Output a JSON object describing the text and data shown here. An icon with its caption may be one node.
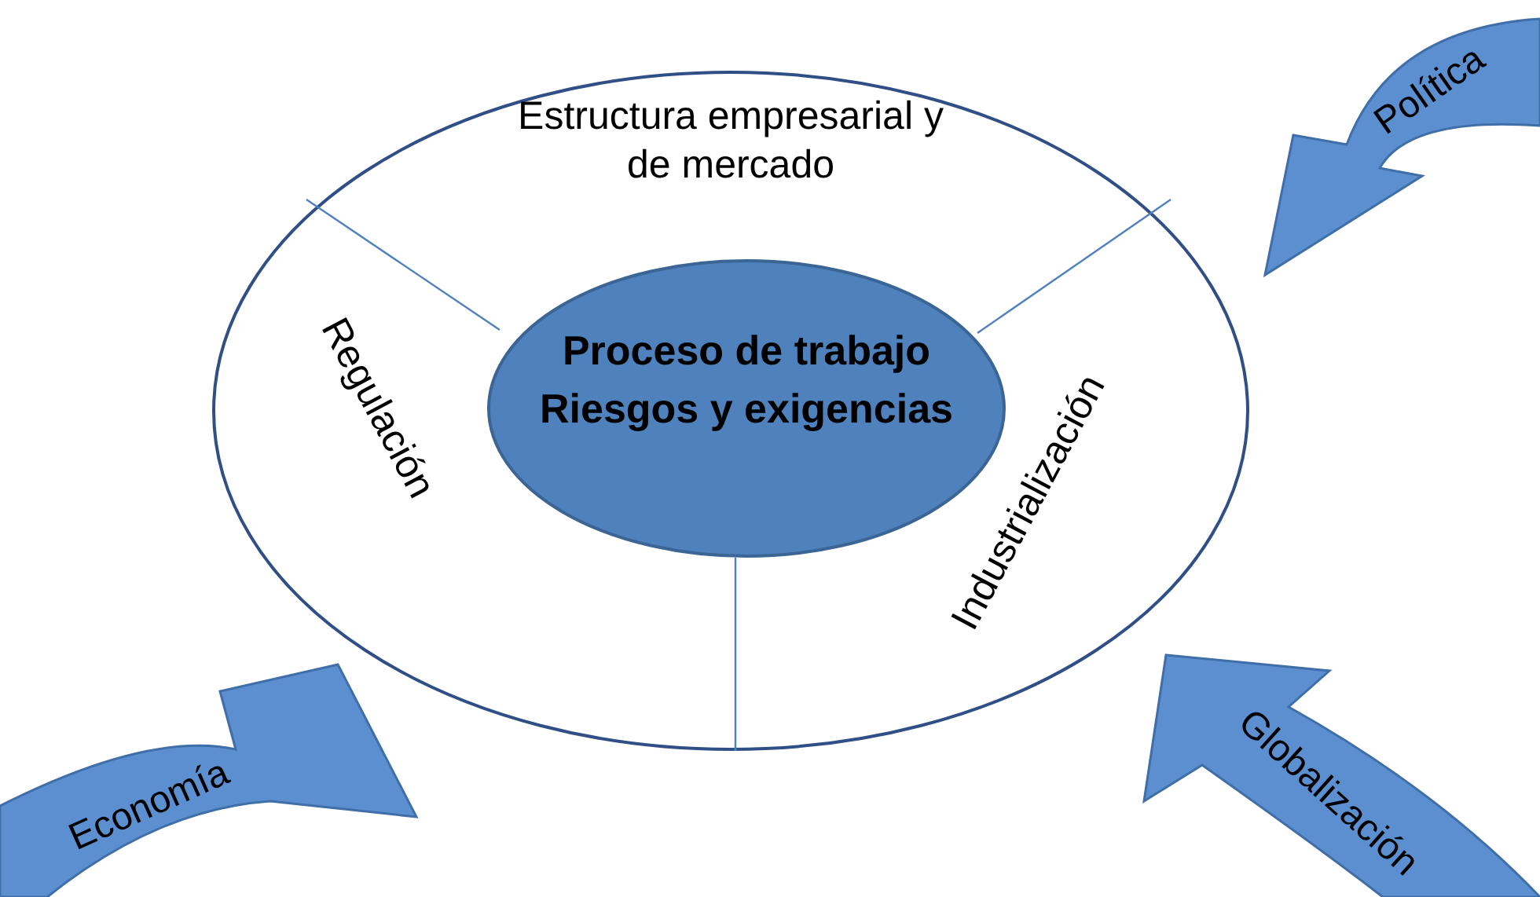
{
  "diagram": {
    "nodes": [
      {
        "text": [],
        "shape": "ellipse"
      },
      {
        "text": [
          "Estructura empresarial y de mercado"
        ],
        "in": 0
      },
      {
        "text": [
          "Regulación"
        ],
        "in": 0
      },
      {
        "text": [
          "Proceso de trabajo",
          "Riesgos y exigencias"
        ],
        "in": 0
      },
      {
        "text": [
          "Industrialización"
        ],
        "in": 0
      },
      {
        "text": [
          "Política"
        ]
      },
      {
        "text": [
          "Economía"
        ]
      },
      {
        "text": [
          "Globalización"
        ]
      }
    ]
  }
}
